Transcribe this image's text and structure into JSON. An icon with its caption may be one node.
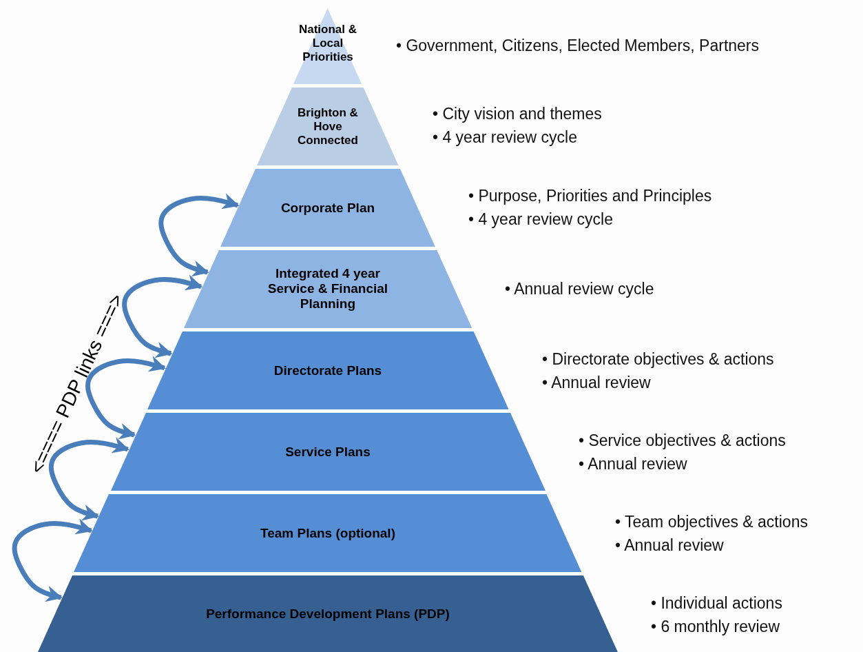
{
  "diagram": {
    "nodes": [
      {
        "text": [
          "National & Local Priorities"
        ],
        "beside": [
          "• Government, Citizens, Elected Members, Partners"
        ]
      },
      {
        "text": [
          "Brighton & Hove Connected"
        ],
        "beside": [
          "• City vision and themes",
          "• 4 year review cycle"
        ]
      },
      {
        "text": [
          "Corporate Plan"
        ],
        "beside": [
          "• Purpose, Priorities and Principles",
          "• 4 year review cycle"
        ]
      },
      {
        "text": [
          "Integrated 4 year Service & Financial Planning"
        ],
        "beside": [
          "• Annual review cycle"
        ]
      },
      {
        "text": [
          "Directorate Plans"
        ],
        "beside": [
          "• Directorate objectives & actions",
          "• Annual review"
        ]
      },
      {
        "text": [
          "Service Plans"
        ],
        "beside": [
          "• Service objectives & actions",
          "• Annual review"
        ]
      },
      {
        "text": [
          "Team Plans (optional)"
        ],
        "beside": [
          "• Team objectives & actions",
          "• Annual review"
        ]
      },
      {
        "text": [
          "Performance Development Plans (PDP)"
        ],
        "beside": [
          "• Individual actions",
          "• 6 monthly review"
        ]
      }
    ],
    "edges": [
      {
        "from": 2,
        "to": 3,
        "arrow": "both"
      },
      {
        "from": 3,
        "to": 4,
        "arrow": "both"
      },
      {
        "from": 4,
        "to": 5,
        "arrow": "both"
      },
      {
        "from": 5,
        "to": 6,
        "arrow": "both"
      },
      {
        "from": 6,
        "to": 7,
        "arrow": "both"
      }
    ],
    "labels": [
      "<==== PDP links ===>"
    ]
  }
}
